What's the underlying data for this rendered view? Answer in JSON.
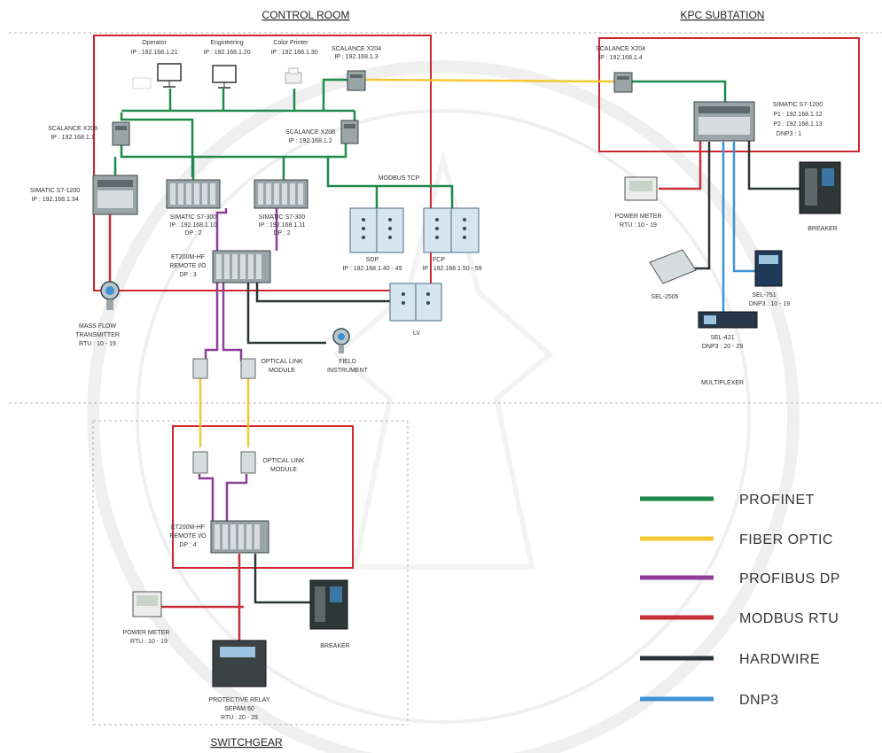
{
  "sections": {
    "control_room": "CONTROL ROOM",
    "kpc_substation": "KPC SUBTATION",
    "switchgear": "SWITCHGEAR"
  },
  "colors": {
    "profinet": "#1e8a4a",
    "fiber_optic": "#f2c832",
    "profibus_dp": "#8e3d99",
    "modbus_rtu": "#c62f37",
    "hardwire": "#2b3436",
    "dnp3": "#3f93d3",
    "area_border": "#d0242e"
  },
  "devices": {
    "operator": {
      "name": "Operator",
      "ip": "IP : 192.168.1.21"
    },
    "engineering": {
      "name": "Engineering",
      "ip": "IP : 192.168.1.20"
    },
    "color_printer": {
      "name": "Color Printer",
      "ip": "IP : 192.168.1.30"
    },
    "scalance_cr": {
      "name": "SCALANCE X204",
      "ip": "IP : 192.168.1.3"
    },
    "scalance_x208_left": {
      "name": "SCALANCE X208",
      "ip": "IP : 192.168.1.1"
    },
    "scalance_x208_right": {
      "name": "SCALANCE X208",
      "ip": "IP : 192.168.1.2"
    },
    "s7_1200_cr": {
      "name": "SIMATIC S7-1200",
      "ip": "IP : 192.168.1.34"
    },
    "s7_300_a": {
      "name": "SIMATIC S7-300",
      "ip": "IP : 192.168.1.10",
      "dp": "DP : 2"
    },
    "s7_300_b": {
      "name": "SIMATIC S7-300",
      "ip": "IP : 192.168.1.11",
      "dp": "DP : 2"
    },
    "modbus_tcp": "MODBUS TCP",
    "et200m_cr": {
      "name": "ET200M-HF",
      "sub": "REMOTE I/O",
      "dp": "DP : 3"
    },
    "sdp": {
      "name": "SDP",
      "ip": "IP : 192.168.1.40 - 49"
    },
    "fcp": {
      "name": "FCP",
      "ip": "IP : 192.168.1.50 - 59"
    },
    "lv": {
      "name": "LV"
    },
    "mass_flow": {
      "name": "MASS FLOW",
      "sub": "TRANSMITTER",
      "rtu": "RTU : 10 - 19"
    },
    "field_instrument": {
      "name": "FIELD",
      "sub": "INSTRUMENT"
    },
    "optical_link_top": {
      "name": "OPTICAL LINK",
      "sub": "MODULE"
    },
    "optical_link_bottom": {
      "name": "OPTICAL LINK",
      "sub": "MODULE"
    },
    "scalance_kpc": {
      "name": "SCALANCE X204",
      "ip": "IP : 192.168.1.4"
    },
    "s7_1200_kpc": {
      "name": "SIMATIC S7-1200",
      "p1": "P1 : 192.168.1.12",
      "p2": "P2 : 192.168.1.13",
      "dnp3": "DNP3 : 1"
    },
    "power_meter_kpc": {
      "name": "POWER METER",
      "rtu": "RTU : 10 - 19"
    },
    "breaker_kpc": {
      "name": "BREAKER"
    },
    "sel_2505": {
      "name": "SEL-2505"
    },
    "sel_751": {
      "name": "SEL-751",
      "dnp3": "DNP3 : 10 - 19"
    },
    "sel_421": {
      "name": "SEL-421",
      "dnp3": "DNP3 : 20 - 29"
    },
    "multiplexer": {
      "name": "MULTIPLEXER"
    },
    "et200m_sg": {
      "name": "ET200M-HF",
      "sub": "REMOTE I/O",
      "dp": "DP : 4"
    },
    "power_meter_sg": {
      "name": "POWER METER",
      "rtu": "RTU : 10 - 19"
    },
    "protective_relay": {
      "name": "PROTECTIVE RELAY",
      "sub": "SEPAM 60",
      "rtu": "RTU : 20 - 29"
    },
    "breaker_sg": {
      "name": "BREAKER"
    }
  },
  "legend": [
    {
      "label": "PROFINET",
      "color": "#1e8a4a"
    },
    {
      "label": "FIBER OPTIC",
      "color": "#f2c832"
    },
    {
      "label": "PROFIBUS DP",
      "color": "#8e3d99"
    },
    {
      "label": "MODBUS RTU",
      "color": "#c62f37"
    },
    {
      "label": "HARDWIRE",
      "color": "#2b3436"
    },
    {
      "label": "DNP3",
      "color": "#3f93d3"
    }
  ]
}
